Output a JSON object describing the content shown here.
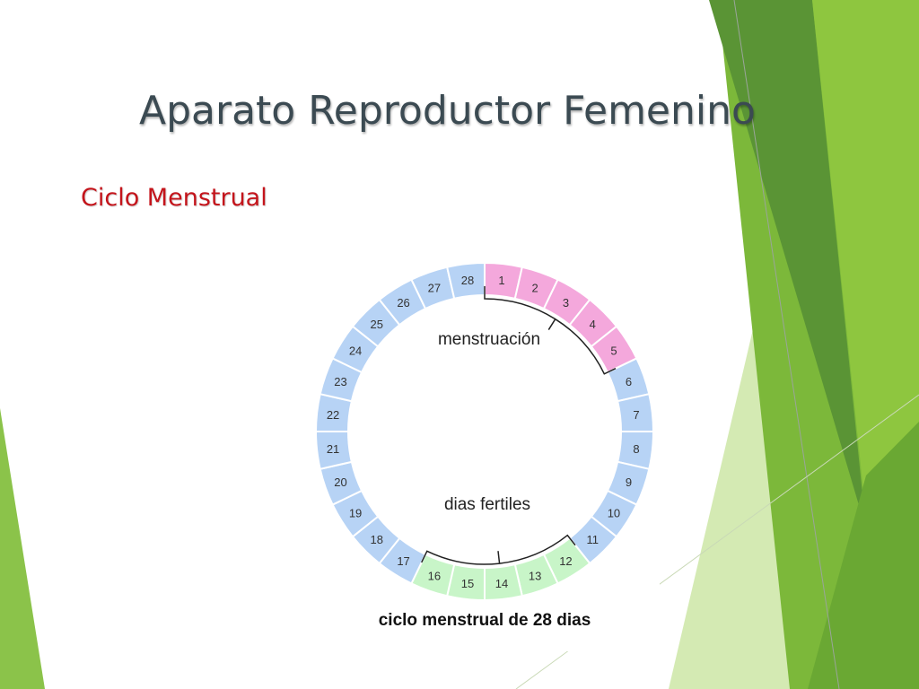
{
  "slide": {
    "title": "Aparato Reproductor Femenino",
    "subtitle": "Ciclo Menstrual",
    "title_color": "#3b4a52",
    "subtitle_color": "#c4141b"
  },
  "theme": {
    "green_dark": "#4e8a2a",
    "green_mid": "#7cb83a",
    "green_light": "#b8d98c"
  },
  "cycle": {
    "days": [
      1,
      2,
      3,
      4,
      5,
      6,
      7,
      8,
      9,
      10,
      11,
      12,
      13,
      14,
      15,
      16,
      17,
      18,
      19,
      20,
      21,
      22,
      23,
      24,
      25,
      26,
      27,
      28
    ],
    "menstruation": {
      "label": "menstruación",
      "days": [
        1,
        2,
        3,
        4,
        5
      ],
      "color": "#f4a8dc"
    },
    "fertile": {
      "label": "dias fertiles",
      "days": [
        12,
        13,
        14,
        15,
        16
      ],
      "color": "#c8f5c8"
    },
    "other_color": "#b7d3f5",
    "caption": "ciclo menstrual de 28 dias"
  }
}
